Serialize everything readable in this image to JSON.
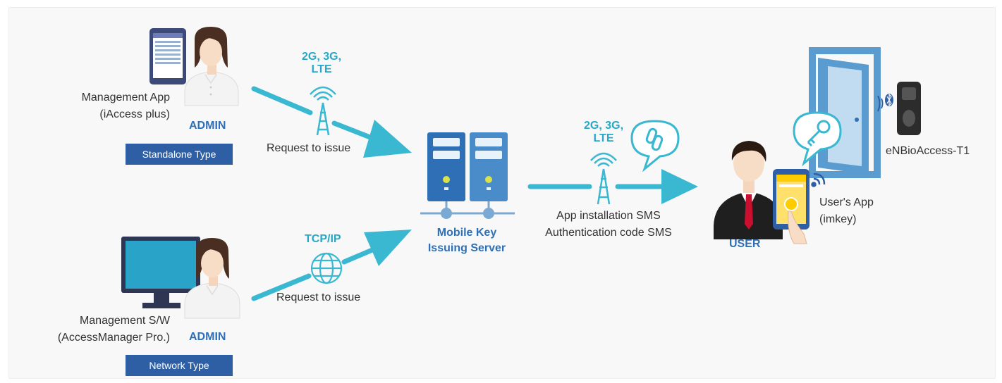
{
  "admin_top": {
    "app_name": "Management App",
    "app_sub": "(iAccess plus)",
    "role": "ADMIN",
    "type_badge": "Standalone Type",
    "network_label": "2G, 3G, LTE",
    "request_label": "Request to issue"
  },
  "admin_bottom": {
    "app_name": "Management S/W",
    "app_sub": "(AccessManager Pro.)",
    "role": "ADMIN",
    "type_badge": "Network Type",
    "network_label": "TCP/IP",
    "request_label": "Request to issue"
  },
  "server": {
    "label_line1": "Mobile Key",
    "label_line2": "Issuing Server"
  },
  "sms": {
    "network_label": "2G, 3G, LTE",
    "line1": "App installation SMS",
    "line2": "Authentication code SMS"
  },
  "user": {
    "role": "USER",
    "app_name": "User's App",
    "app_sub": "(imkey)"
  },
  "device": {
    "name": "eNBioAccess-T1"
  },
  "colors": {
    "arrow": "#3ab8d2",
    "badge": "#2e5ea3",
    "role_text": "#2f6fb6",
    "network_text": "#27a8c6",
    "server": "#4a8cc9"
  }
}
